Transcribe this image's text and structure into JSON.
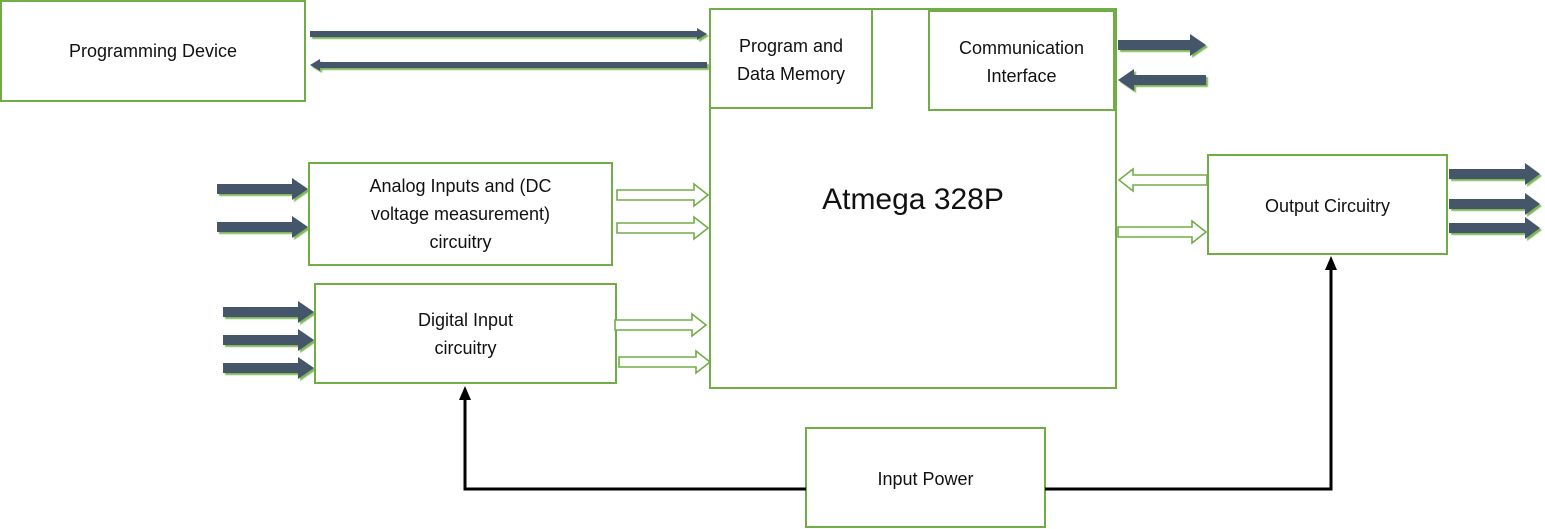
{
  "colors": {
    "box_border": "#70ad47",
    "arrow_fill": "#44546a",
    "arrow_outline": "#70ad47",
    "power_line": "#000000",
    "text": "#111111"
  },
  "blocks": {
    "programming_device": "Programming Device",
    "program_memory": "Program and Data Memory",
    "comm_interface": "Communication Interface",
    "mcu": "Atmega 328P",
    "analog_inputs": "Analog Inputs and  (DC voltage measurement) circuitry",
    "digital_inputs": "Digital Input circuitry",
    "output_circuitry": "Output Circuitry",
    "input_power": "Input Power"
  }
}
